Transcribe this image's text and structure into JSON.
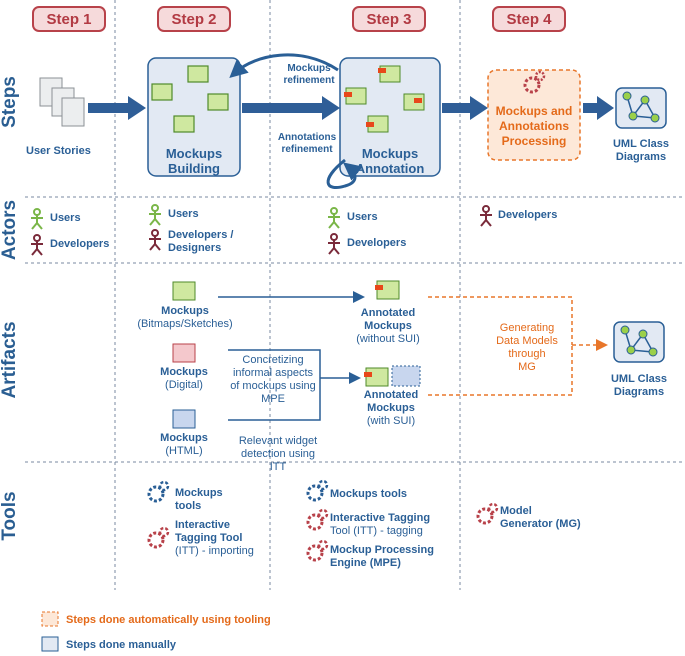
{
  "steps": [
    "Step 1",
    "Step 2",
    "Step 3",
    "Step 4"
  ],
  "rows": {
    "steps": "Steps",
    "actors": "Actors",
    "artifacts": "Artifacts",
    "tools": "Tools"
  },
  "flow": {
    "user_stories": "User Stories",
    "mockups_building": [
      "Mockups",
      "Building"
    ],
    "mockups_refinement": [
      "Mockups",
      "refinement"
    ],
    "annotations_refinement": [
      "Annotations",
      "refinement"
    ],
    "mockups_annotation": [
      "Mockups",
      "Annotation"
    ],
    "processing": [
      "Mockups and",
      "Annotations",
      "Processing"
    ],
    "uml": [
      "UML Class",
      "Diagrams"
    ]
  },
  "actors": {
    "s1": [
      "Users",
      "Developers"
    ],
    "s2": [
      "Users",
      "Developers /",
      "Designers"
    ],
    "s3": [
      "Users",
      "Developers"
    ],
    "s4": [
      "Developers"
    ]
  },
  "artifacts": {
    "mockups_bitmaps": [
      "Mockups",
      "(Bitmaps/Sketches)"
    ],
    "mockups_digital": [
      "Mockups",
      "(Digital)"
    ],
    "mockups_html": [
      "Mockups",
      "(HTML)"
    ],
    "concretizing": [
      "Concretizing",
      "informal aspects",
      "of mockups using",
      "MPE"
    ],
    "relevant_widget": [
      "Relevant widget",
      "detection using",
      "ITT"
    ],
    "annotated_without": [
      "Annotated",
      "Mockups",
      "(without SUI)"
    ],
    "annotated_with": [
      "Annotated",
      "Mockups",
      "(with SUI)"
    ],
    "generating": [
      "Generating",
      "Data Models",
      "through",
      "MG"
    ],
    "uml": [
      "UML Class",
      "Diagrams"
    ]
  },
  "tools": {
    "s2_mockups_tools": [
      "Mockups",
      "tools"
    ],
    "s2_itt": [
      "Interactive",
      "Tagging Tool",
      "(ITT) - importing"
    ],
    "s3_mockups_tools": "Mockups tools",
    "s3_itt": [
      "Interactive Tagging",
      "Tool (ITT) - tagging"
    ],
    "s3_mpe": [
      "Mockup Processing",
      "Engine (MPE)"
    ],
    "s4_mg": [
      "Model",
      "Generator (MG)"
    ]
  },
  "legend": {
    "auto": "Steps done automatically using tooling",
    "manual": "Steps done manually"
  },
  "colors": {
    "blue": "#2a5f96",
    "red": "#b8424a",
    "orange": "#e8762a",
    "green": "#7ab648",
    "maroon": "#7a2a3a"
  }
}
